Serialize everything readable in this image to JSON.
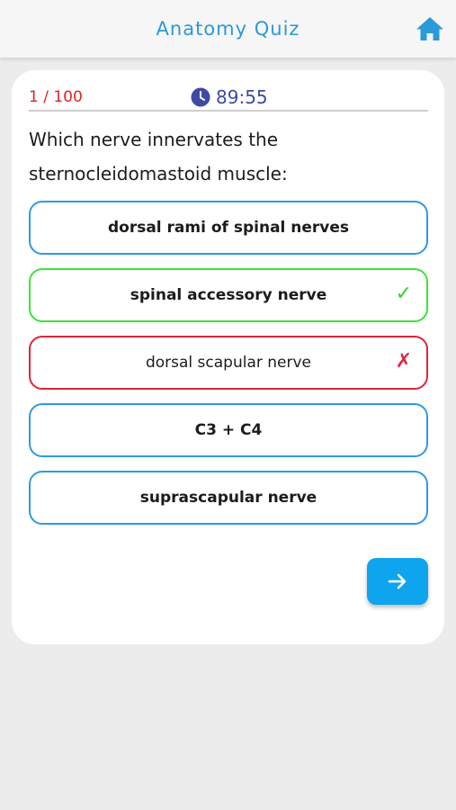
{
  "header": {
    "title": "Anatomy Quiz",
    "home_icon": "home-icon"
  },
  "status": {
    "counter": "1 / 100",
    "timer": "89:55",
    "timer_icon": "clock-icon"
  },
  "question": {
    "text": "Which nerve innervates the sternocleidomastoid muscle:"
  },
  "options": [
    {
      "label": "dorsal rami of spinal nerves",
      "state": "neutral",
      "mark": ""
    },
    {
      "label": "spinal accessory nerve",
      "state": "correct",
      "mark": "✓"
    },
    {
      "label": "dorsal scapular nerve",
      "state": "wrong",
      "mark": "✗"
    },
    {
      "label": "C3 + C4",
      "state": "neutral",
      "mark": ""
    },
    {
      "label": "suprascapular nerve",
      "state": "neutral",
      "mark": ""
    }
  ],
  "next": {
    "icon": "arrow-right-icon"
  },
  "colors": {
    "accent": "#2a9ad9",
    "correct": "#3ee23a",
    "wrong": "#e0243c",
    "neutral_border": "#2e9be0",
    "next_button": "#0fa4ee",
    "counter": "#e02424",
    "timer": "#3d4aa6"
  }
}
